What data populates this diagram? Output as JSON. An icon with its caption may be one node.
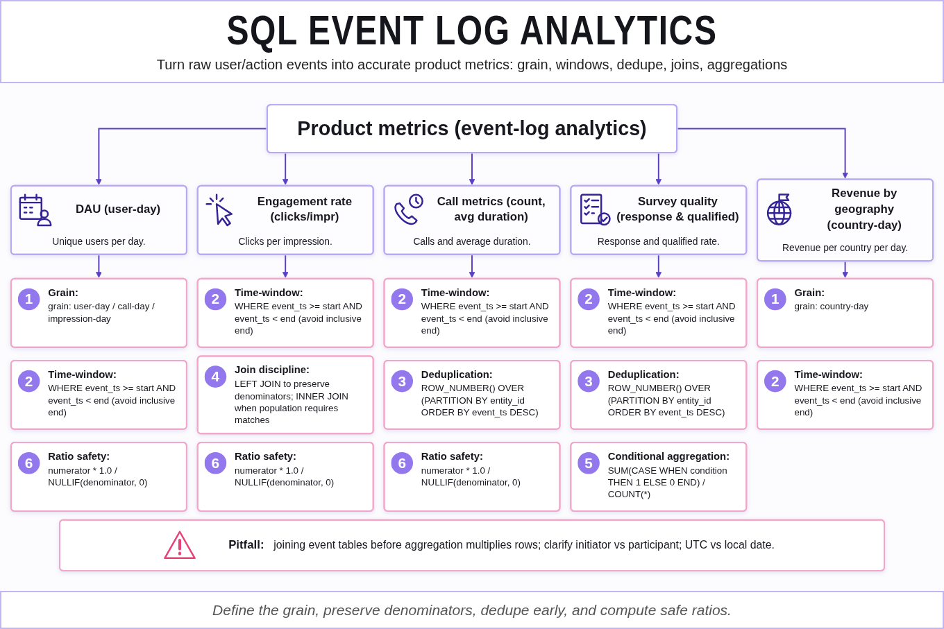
{
  "diagram": {
    "title": "SQL EVENT LOG ANALYTICS",
    "caption": "Define the grain, preserve denominators, dedupe early, and compute safe ratios.",
    "nodes": [
      {
        "text": [
          "Product metrics (event-log analytics)"
        ]
      },
      {
        "text": [
          "DAU (user-day)",
          "Unique users per day."
        ]
      },
      {
        "text": [
          "Engagement rate (clicks/impr)",
          "Clicks per impression."
        ]
      },
      {
        "text": [
          "Call metrics (count, avg duration)",
          "Calls and average duration."
        ]
      },
      {
        "text": [
          "Survey quality (response & qualified)",
          "Response and qualified rate."
        ]
      },
      {
        "text": [
          "Revenue by geography (country-day)",
          "Revenue per country per day."
        ]
      },
      {
        "text": [
          "1",
          "Grain:",
          "grain: user-day / call-day / impression-day"
        ]
      },
      {
        "text": [
          "2",
          "Time-window:",
          "WHERE event_ts >= start AND event_ts < end (avoid inclusive end)"
        ]
      },
      {
        "text": [
          "6",
          "Ratio safety:",
          "numerator * 1.0 / NULLIF(denominator, 0)"
        ]
      },
      {
        "text": [
          "2",
          "Time-window:",
          "WHERE event_ts >= start AND event_ts < end (avoid inclusive end)"
        ]
      },
      {
        "text": [
          "4",
          "Join discipline:",
          "LEFT JOIN to preserve denominators; INNER JOIN when population requires matches"
        ]
      },
      {
        "text": [
          "6",
          "Ratio safety:",
          "numerator * 1.0 / NULLIF(denominator, 0)"
        ]
      },
      {
        "text": [
          "2",
          "Time-window:",
          "WHERE event_ts >= start AND event_ts < end (avoid inclusive end)"
        ]
      },
      {
        "text": [
          "3",
          "Deduplication:",
          "ROW_NUMBER() OVER (PARTITION BY entity_id ORDER BY event_ts DESC)"
        ]
      },
      {
        "text": [
          "6",
          "Ratio safety:",
          "numerator * 1.0 / NULLIF(denominator, 0)"
        ]
      },
      {
        "text": [
          "2",
          "Time-window:",
          "WHERE event_ts >= start AND event_ts < end (avoid inclusive end)"
        ]
      },
      {
        "text": [
          "3",
          "Deduplication:",
          "ROW_NUMBER() OVER (PARTITION BY entity_id ORDER BY event_ts DESC)"
        ]
      },
      {
        "text": [
          "5",
          "Conditional aggregation:",
          "SUM(CASE WHEN condition THEN 1 ELSE 0 END) / COUNT(*)"
        ]
      },
      {
        "text": [
          "1",
          "Grain:",
          "grain: country-day"
        ]
      },
      {
        "text": [
          "2",
          "Time-window:",
          "WHERE event_ts >= start AND event_ts < end (avoid inclusive end)"
        ]
      },
      {
        "text": [
          "Pitfall:",
          "joining event tables before aggregation multiplies rows; clarify initiator vs participant; UTC vs local date."
        ]
      }
    ],
    "edges": [
      {
        "from": 0,
        "to": 1,
        "arrow": "to"
      },
      {
        "from": 0,
        "to": 2,
        "arrow": "to"
      },
      {
        "from": 0,
        "to": 3,
        "arrow": "to"
      },
      {
        "from": 0,
        "to": 4,
        "arrow": "to"
      },
      {
        "from": 0,
        "to": 5,
        "arrow": "to"
      },
      {
        "from": 1,
        "to": 6,
        "arrow": "to"
      },
      {
        "from": 2,
        "to": 9,
        "arrow": "to"
      },
      {
        "from": 3,
        "to": 12,
        "arrow": "to"
      },
      {
        "from": 4,
        "to": 15,
        "arrow": "to"
      },
      {
        "from": 5,
        "to": 18,
        "arrow": "to"
      }
    ],
    "labels": [
      "Turn raw user/action events into accurate product metrics: grain, windows, dedupe, joins, aggregations"
    ]
  }
}
